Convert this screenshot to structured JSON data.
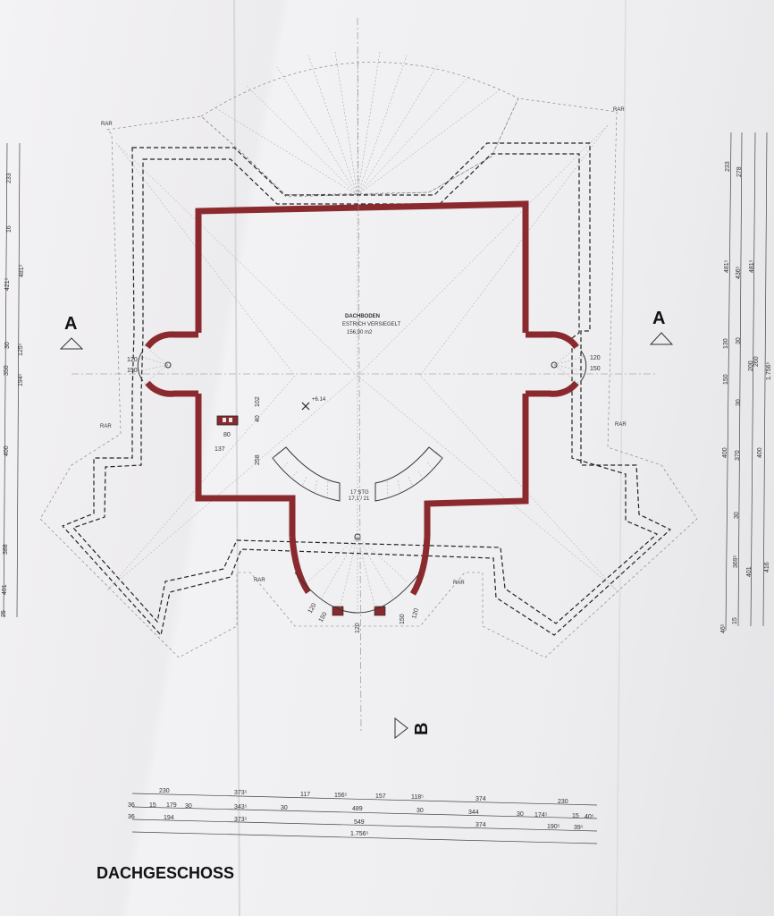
{
  "plan": {
    "title": "DACHGESCHOSS",
    "room_name": "DACHBODEN",
    "room_finish": "ESTRICH VERSIEGELT",
    "room_area": "156,90 m2",
    "section_a": "A",
    "section_b": "B",
    "roof_label": "RAR",
    "level": "+6.14",
    "stair_text_1": "17 STG",
    "stair_text_2": "17,1 / 21"
  },
  "dims_inside": {
    "left_120": "120",
    "left_150": "150",
    "right_120": "120",
    "right_150": "150",
    "d102": "102",
    "d40": "40",
    "d80": "80",
    "d137": "137",
    "d258": "258",
    "b120a": "120",
    "b150a": "150",
    "b120b": "120",
    "b150b": "150",
    "b120c": "120"
  },
  "dims_bottom": {
    "row1": [
      "230",
      "373⁵",
      "117",
      "156⁵",
      "157",
      "118⁵",
      "374",
      "230"
    ],
    "row2": [
      "36",
      "15",
      "179",
      "30",
      "343⁵",
      "30",
      "489",
      "30",
      "344",
      "30",
      "174⁵",
      "15",
      "40⁵"
    ],
    "row3": [
      "36",
      "194",
      "373⁵",
      "549",
      "374",
      "190⁵",
      "39⁵"
    ],
    "row4": [
      "1.756⁵"
    ]
  },
  "dims_left": {
    "outer": [
      "233",
      "16",
      "421⁵",
      "30",
      "350",
      "400",
      "388",
      "401",
      "25"
    ],
    "inner": [
      "481⁵",
      "125⁵",
      "194⁵"
    ]
  },
  "dims_right": {
    "col1": [
      "233",
      "481⁵",
      "130",
      "150",
      "400",
      "46⁵"
    ],
    "col2": [
      "278",
      "436⁵",
      "30",
      "30",
      "370",
      "30",
      "369⁵",
      "15"
    ],
    "col3": [
      "481⁵",
      "200",
      "260",
      "401"
    ],
    "col4": [
      "1.756⁵",
      "400",
      "416"
    ]
  }
}
